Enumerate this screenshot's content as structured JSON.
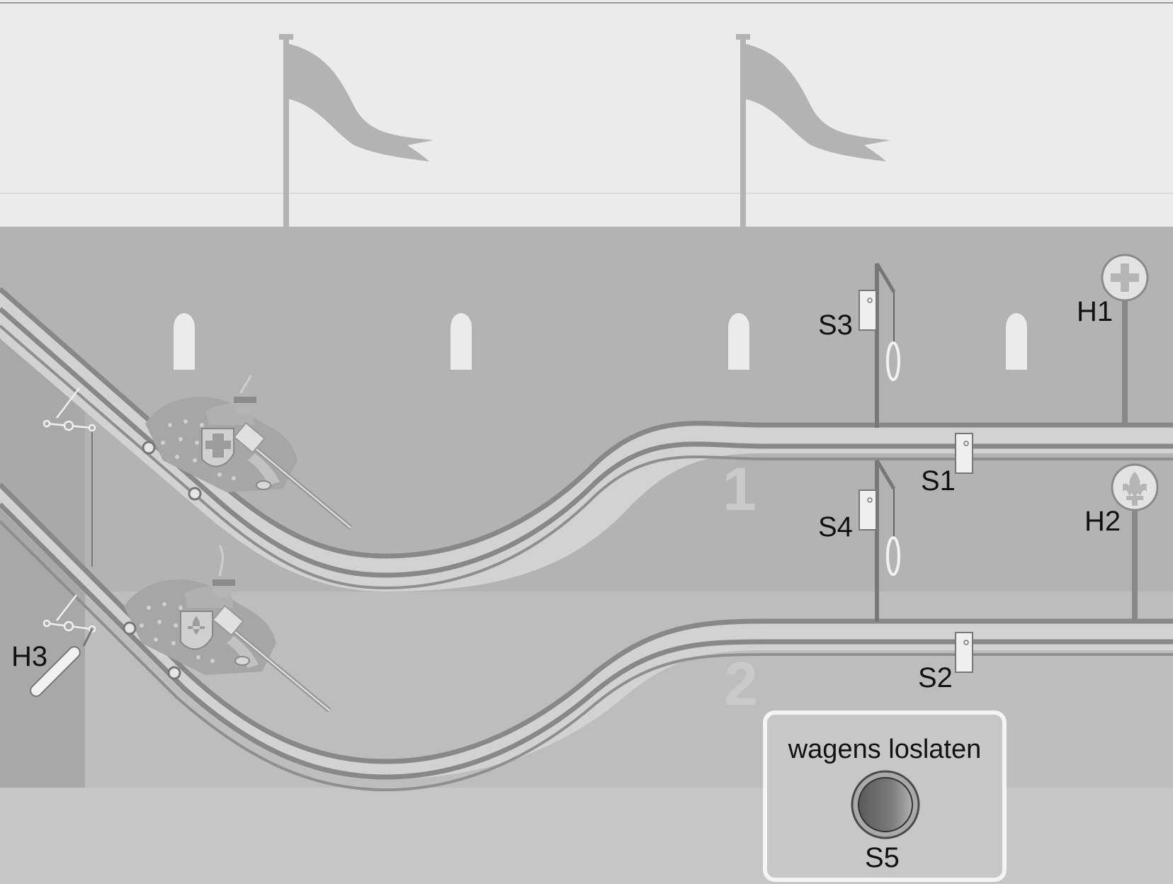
{
  "labels": {
    "s1": "S1",
    "s2": "S2",
    "s3": "S3",
    "s4": "S4",
    "s5": "S5",
    "h1": "H1",
    "h2": "H2",
    "h3": "H3"
  },
  "lanes": {
    "lane1": "1",
    "lane2": "2"
  },
  "release_panel": {
    "caption": "wagens loslaten"
  },
  "icons": {
    "h1_lamp": "cross-icon",
    "h2_lamp": "fleur-de-lis-icon",
    "h3_lever": "lever-icon"
  },
  "colors": {
    "sky": "#ebebeb",
    "wall": "#b3b3b3",
    "track_fill": "#d2d2d2",
    "rail": "#888888"
  }
}
